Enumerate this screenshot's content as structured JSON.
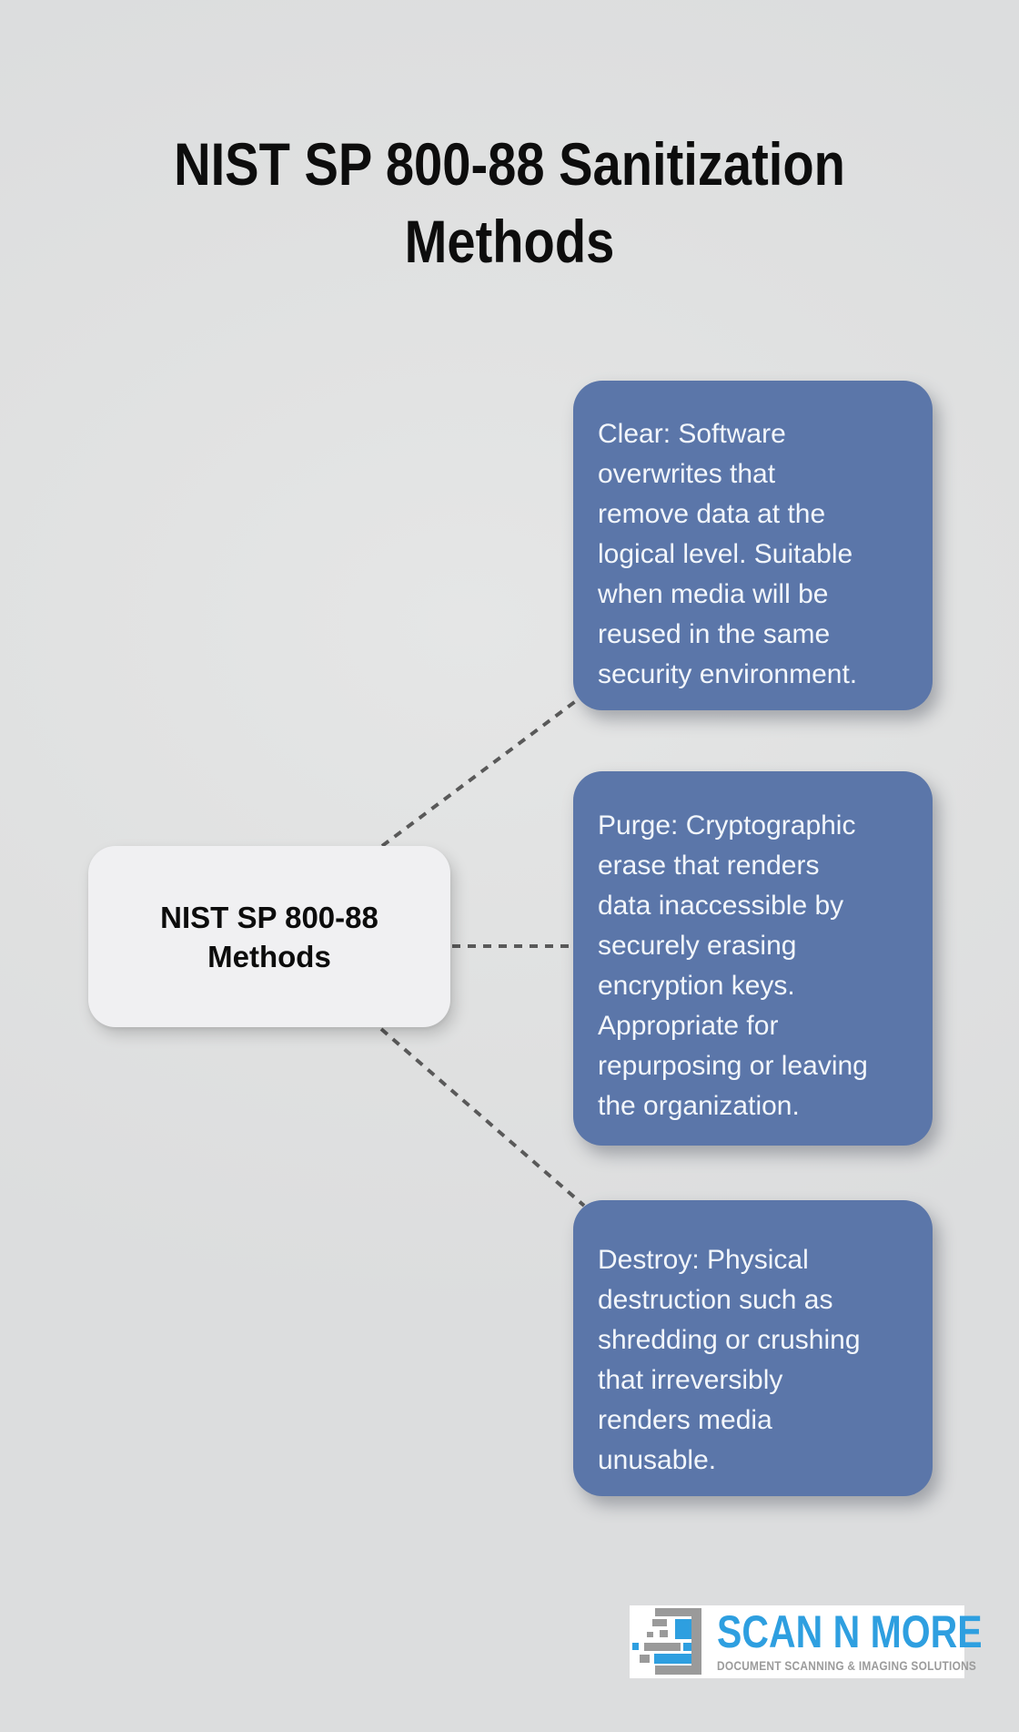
{
  "title": {
    "text": "NIST SP 800-88 Sanitization Methods",
    "lines": [
      "NIST SP 800-88 Sanitization",
      "Methods"
    ]
  },
  "central_node": {
    "text": "NIST SP 800-88 Methods",
    "lines": [
      "NIST SP 800-88",
      "Methods"
    ]
  },
  "cards": [
    {
      "method": "Clear",
      "text": "Clear: Software overwrites that remove data at the logical level. Suitable when media will be reused in the same security environment.",
      "lines": [
        "Clear: Software",
        "overwrites that",
        "remove data at the",
        "logical level. Suitable",
        "when media will be",
        "reused in the same",
        "security environment."
      ]
    },
    {
      "method": "Purge",
      "text": "Purge: Cryptographic erase that renders data inaccessible by securely erasing encryption keys. Appropriate for repurposing or leaving the organization.",
      "lines": [
        "Purge: Cryptographic",
        "erase that renders",
        "data inaccessible by",
        "securely erasing",
        "encryption keys.",
        "Appropriate for",
        "repurposing or leaving",
        "the organization."
      ]
    },
    {
      "method": "Destroy",
      "text": "Destroy: Physical destruction such as shredding or crushing that irreversibly renders media unusable.",
      "lines": [
        "Destroy: Physical",
        "destruction such as",
        "shredding or crushing",
        "that irreversibly",
        "renders media",
        "unusable."
      ]
    }
  ],
  "connectors": [
    {
      "from": "central-node",
      "to": "card-clear",
      "style": "dashed"
    },
    {
      "from": "central-node",
      "to": "card-purge",
      "style": "dashed"
    },
    {
      "from": "central-node",
      "to": "card-destroy",
      "style": "dashed"
    }
  ],
  "logo": {
    "brand": "SCAN N MORE",
    "tagline": "DOCUMENT SCANNING & IMAGING SOLUTIONS",
    "icon": "scan-document-icon"
  },
  "colors": {
    "background": "#e0e1e1",
    "card_blue": "#5b76a9",
    "card_text": "#f2f6fb",
    "node_background": "#f0f0f2",
    "node_text": "#0c0c0c",
    "title_text": "#0d0d0d",
    "connector": "#595959",
    "logo_blue": "#2e9fe0",
    "logo_gray": "#9a9a9a",
    "logo_background": "#ffffff"
  }
}
